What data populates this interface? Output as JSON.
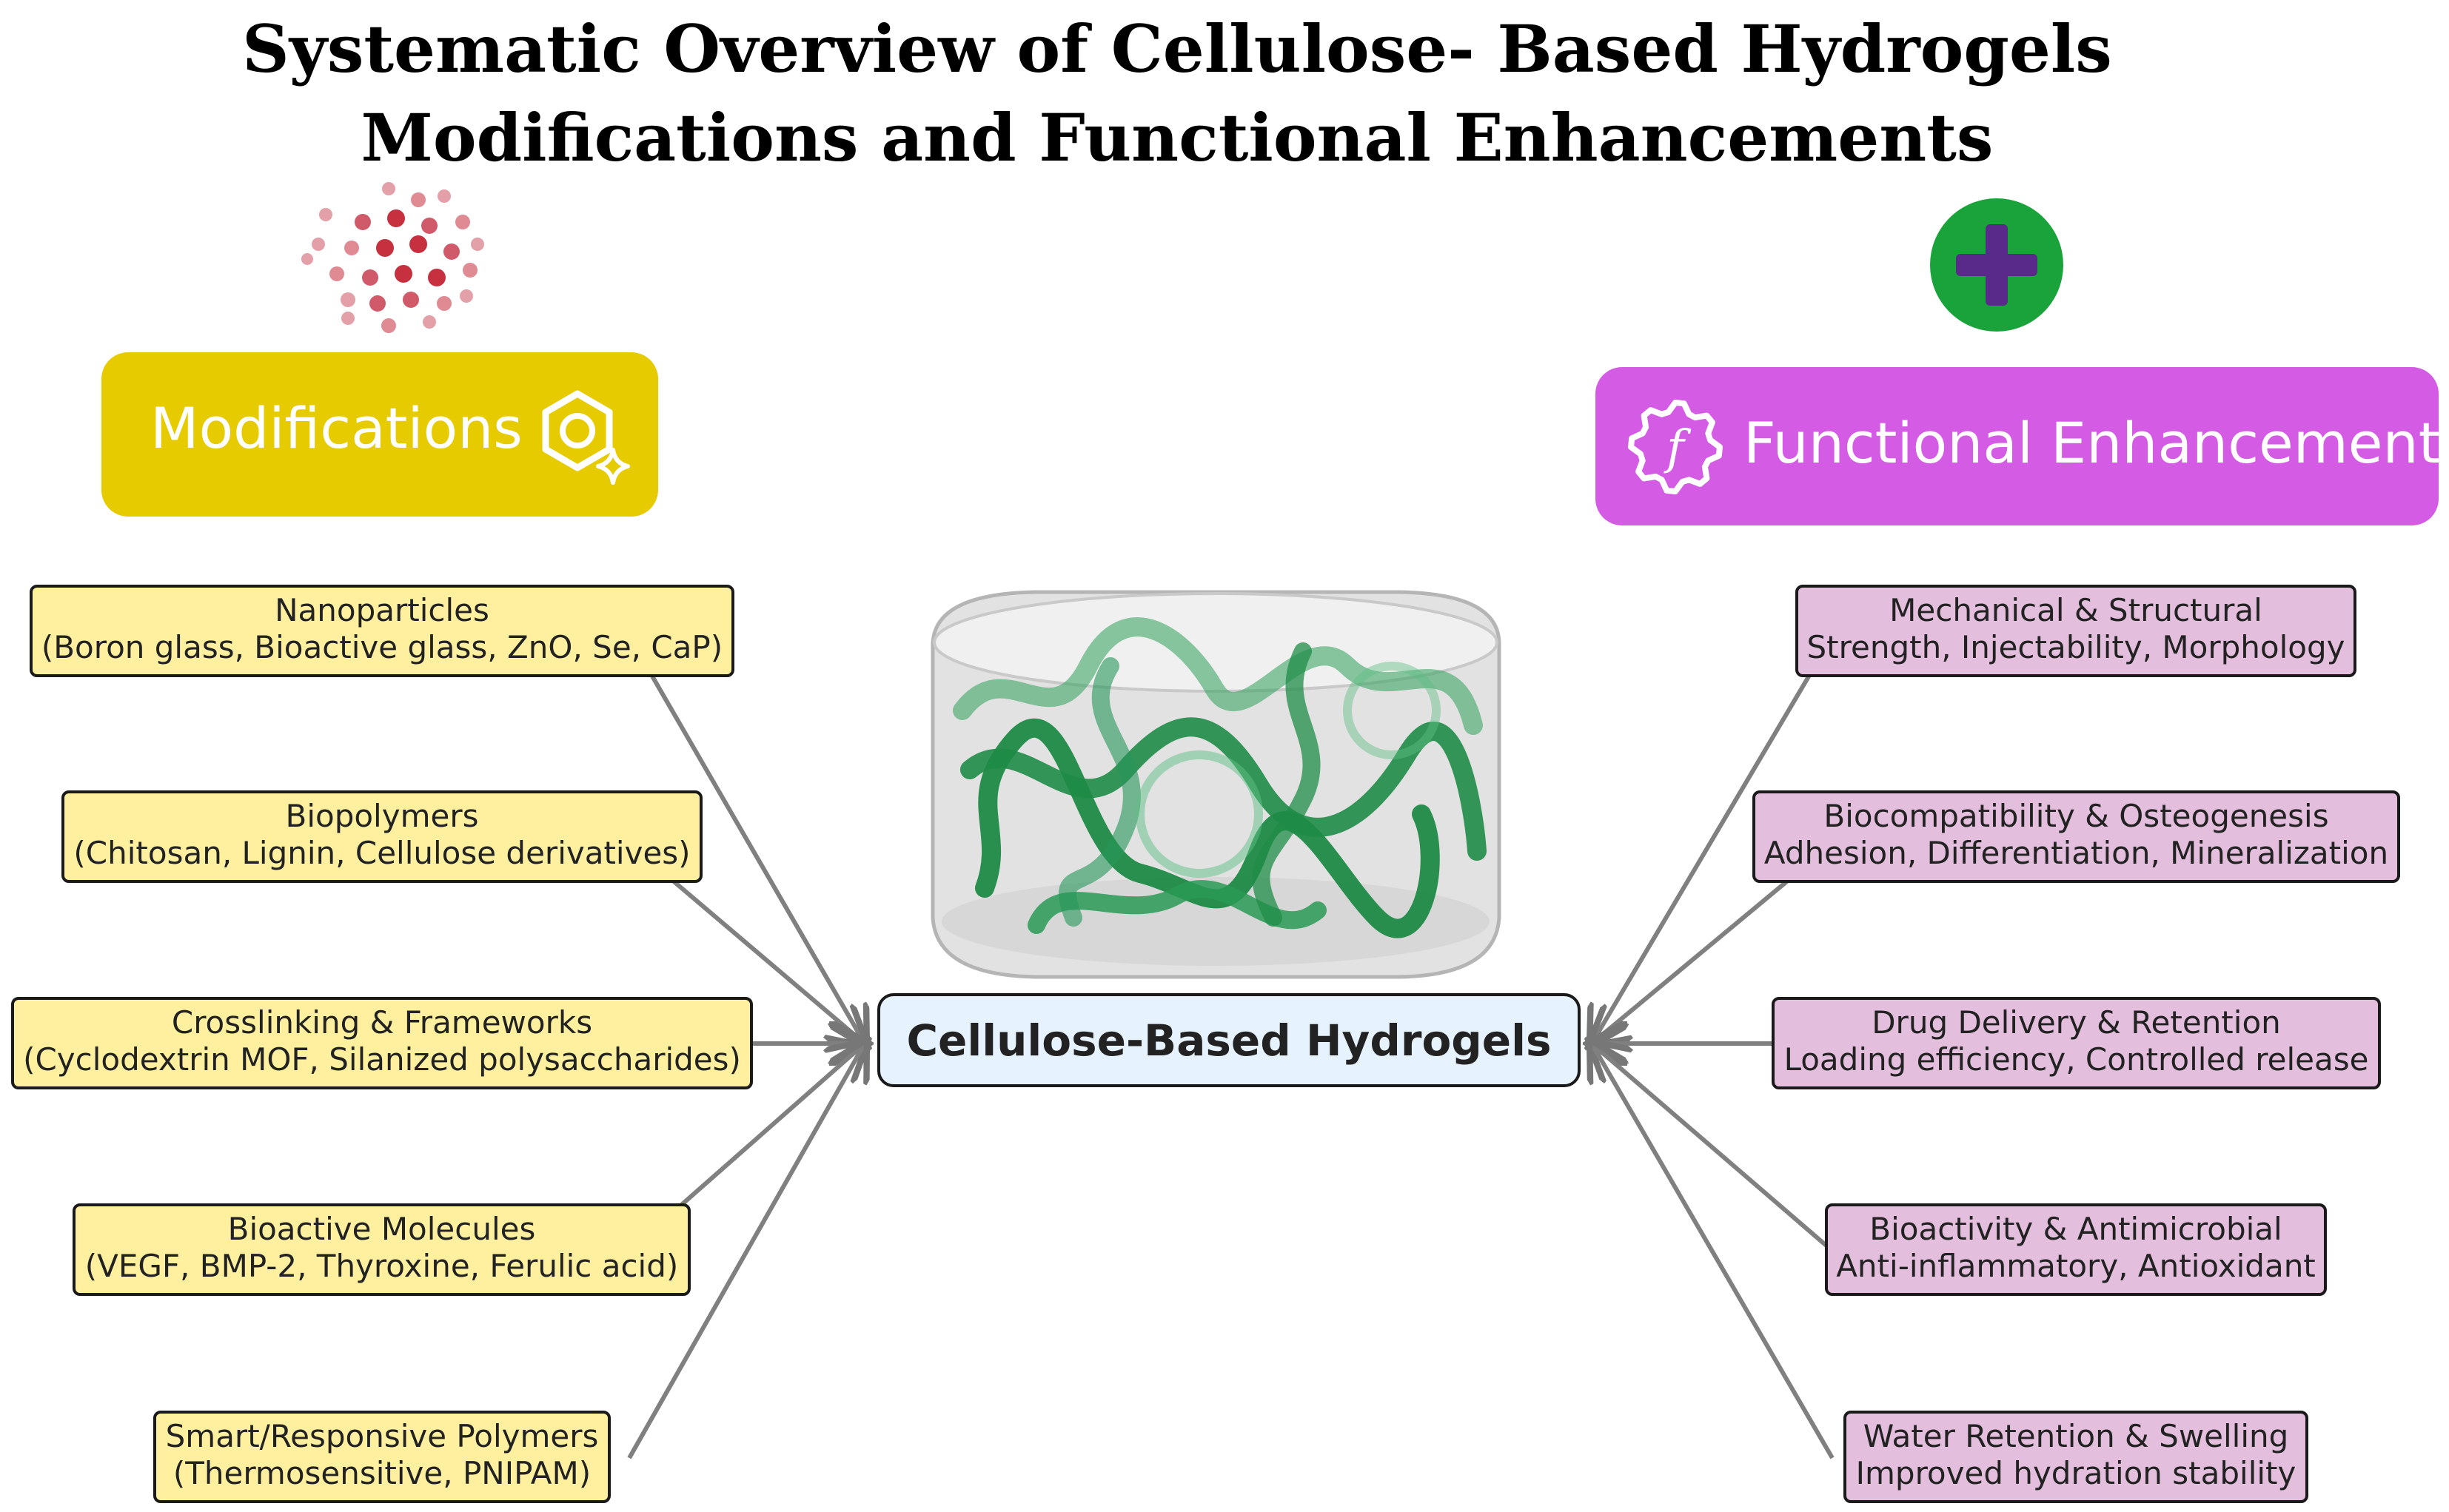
{
  "title": {
    "line1": "Systematic Overview of Cellulose- Based Hydrogels",
    "line2": "Modifications and Functional Enhancements"
  },
  "modifications": {
    "header": "Modifications",
    "header_icon": "hexagon-sparkle-icon",
    "color": "#e6cb00",
    "box_color": "#fff0a0",
    "items": [
      {
        "line1": "Nanoparticles",
        "line2": "(Boron glass, Bioactive glass, ZnO, Se, CaP)"
      },
      {
        "line1": "Biopolymers",
        "line2": "(Chitosan, Lignin, Cellulose derivatives)"
      },
      {
        "line1": "Crosslinking & Frameworks",
        "line2": "(Cyclodextrin MOF, Silanized polysaccharides)"
      },
      {
        "line1": "Bioactive Molecules",
        "line2": "(VEGF, BMP-2, Thyroxine, Ferulic acid)"
      },
      {
        "line1": "Smart/Responsive Polymers",
        "line2": "(Thermosensitive, PNIPAM)"
      }
    ]
  },
  "enhancements": {
    "header": "Functional Enhancements",
    "header_icon": "function-gear-icon",
    "color": "#d45ce4",
    "box_color": "#e3bedd",
    "plus_icon": "plus-circle-icon",
    "items": [
      {
        "line1": "Mechanical & Structural",
        "line2": "Strength, Injectability, Morphology"
      },
      {
        "line1": "Biocompatibility & Osteogenesis",
        "line2": "Adhesion, Differentiation, Mineralization"
      },
      {
        "line1": "Drug Delivery & Retention",
        "line2": "Loading efficiency, Controlled release"
      },
      {
        "line1": "Bioactivity & Antimicrobial",
        "line2": "Anti-inflammatory, Antioxidant"
      },
      {
        "line1": "Water Retention & Swelling",
        "line2": "Improved hydration stability"
      }
    ]
  },
  "center": {
    "label": "Cellulose-Based Hydrogels",
    "icon": "hydrogel-network-icon"
  },
  "particles_icon": "nanoparticle-cluster-icon"
}
